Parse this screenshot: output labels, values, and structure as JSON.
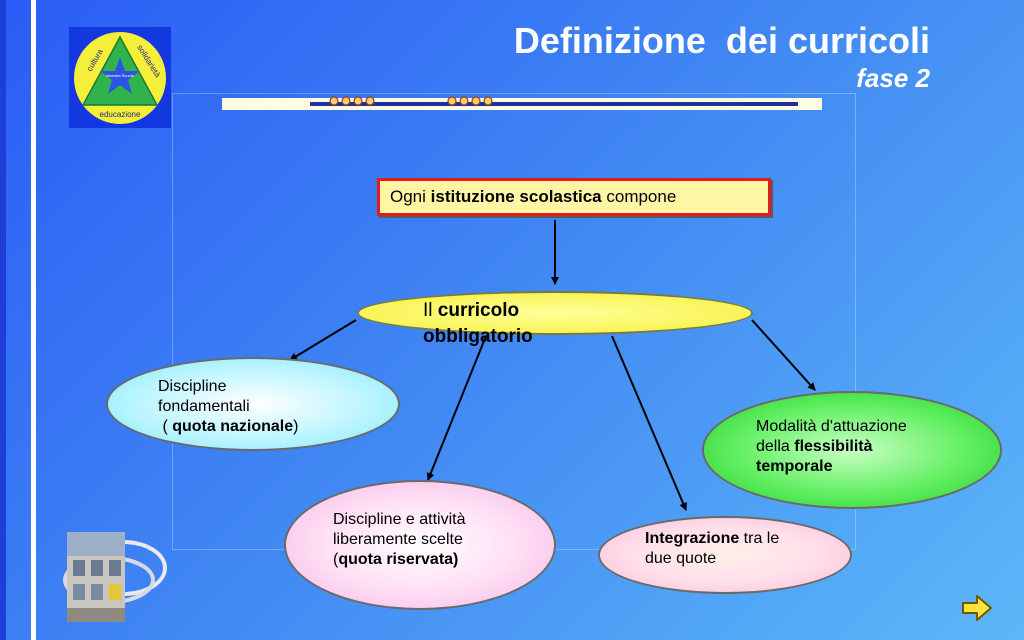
{
  "header": {
    "title": "Definizione  dei curricoli",
    "subtitle": "fase 2"
  },
  "logo": {
    "left_text": "cultura",
    "right_text": "solidarietà",
    "bottom_text": "educazione",
    "center_text": "Maestra Scuola"
  },
  "diagram": {
    "top_box": {
      "pre": "Ogni ",
      "bold": "istituzione scolastica",
      "post": " compone"
    },
    "center": {
      "pre": "Il ",
      "bold1": "curricolo",
      "bold2": "obbligatorio"
    },
    "left": {
      "line1": "Discipline",
      "line2": "fondamentali",
      "pre3": " ( ",
      "bold3": "quota nazionale",
      "post3": ")"
    },
    "green": {
      "line1": "Modalità d'attuazione",
      "pre2": "della ",
      "bold2": "flessibilità",
      "bold3": "temporale"
    },
    "pink": {
      "line1": "Discipline e attività",
      "line2": "liberamente scelte",
      "pre3": "(",
      "bold3": "quota riservata)"
    },
    "pink2": {
      "bold1": "Integrazione",
      "post1": " tra le",
      "line2": "due quote"
    }
  },
  "colors": {
    "background_start": "#2a5cf5",
    "background_end": "#5cb8f7",
    "top_box_border": "#e01c1c",
    "top_box_fill": "#fff6a5",
    "center_fill": "#f6ef3a",
    "left_fill": "#b7f4ff",
    "green_fill": "#62ef62",
    "pink_fill": "#ffe0f4"
  },
  "icons": {
    "logo": "triangle-star-logo",
    "photo": "building-photo",
    "nav": "next-arrow-icon"
  }
}
